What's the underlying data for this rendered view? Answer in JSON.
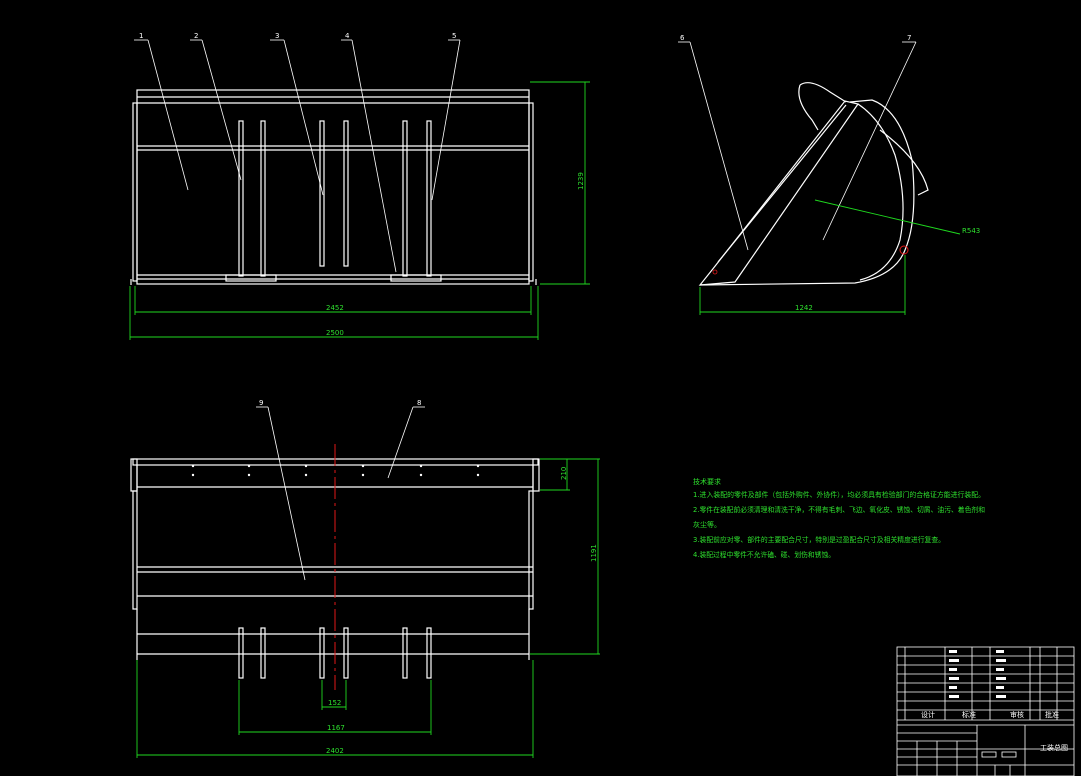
{
  "front_view": {
    "callouts": [
      "1",
      "2",
      "3",
      "4",
      "5"
    ],
    "dim_inner_width": "2452",
    "dim_overall_width": "2500",
    "dim_height": "1239"
  },
  "side_view": {
    "callouts": [
      "6",
      "7"
    ],
    "dim_depth": "1242",
    "dim_radius": "R543"
  },
  "top_view": {
    "callouts": [
      "9",
      "8"
    ],
    "dim_lip": "210",
    "dim_depth": "1191",
    "dim_tooth_gap": "152",
    "dim_teeth_span": "1167",
    "dim_width": "2402"
  },
  "tech_notes": {
    "title": "技术要求",
    "lines": [
      "1.进入装配的零件及部件（包括外购件、外协件），均必须具有检验部门的合格证方能进行装配。",
      "2.零件在装配前必须清理和清洗干净，不得有毛刺、飞边、氧化皮、锈蚀、切屑、油污、着色剂和",
      "灰尘等。",
      "3.装配前应对零、部件的主要配合尺寸，特别是过盈配合尺寸及相关精度进行复查。",
      "4.装配过程中零件不允许磕、碰、划伤和锈蚀。"
    ]
  },
  "title_block": {
    "drawing_name": "工装总图",
    "headers": [
      "设计",
      "标准",
      "审核",
      "批准"
    ]
  }
}
